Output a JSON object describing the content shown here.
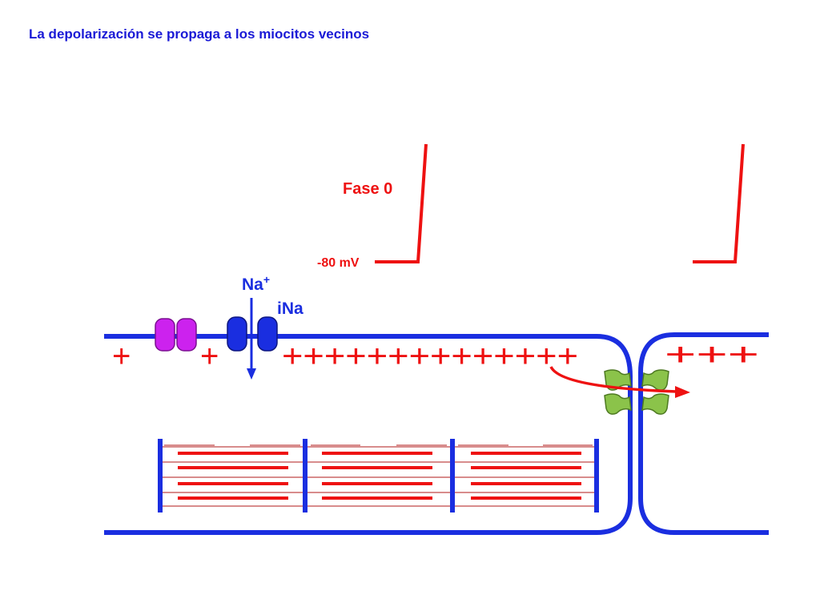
{
  "title": "La depolarización se propaga a los miocitos vecinos",
  "labels": {
    "phase": "Fase 0",
    "resting_potential": "-80 mV",
    "ion": "Na",
    "ion_charge": "+",
    "current": "iNa"
  },
  "charges": {
    "left_1": "+",
    "left_2": "+",
    "middle_run": "++++++++++++++",
    "right_run": "+++"
  },
  "colors": {
    "title": "#1a1ad6",
    "membrane": "#1a2ee0",
    "trace": "#ee1111",
    "pump": "#cc22ee",
    "channel": "#1a2ee0",
    "gap_junction": "#8bc34a"
  },
  "icons": {
    "pump": "ion-pump-icon",
    "channel": "sodium-channel-icon",
    "connexin": "gap-junction-icon",
    "current_arrow": "down-arrow-icon",
    "spread_arrow": "curved-arrow-icon"
  }
}
